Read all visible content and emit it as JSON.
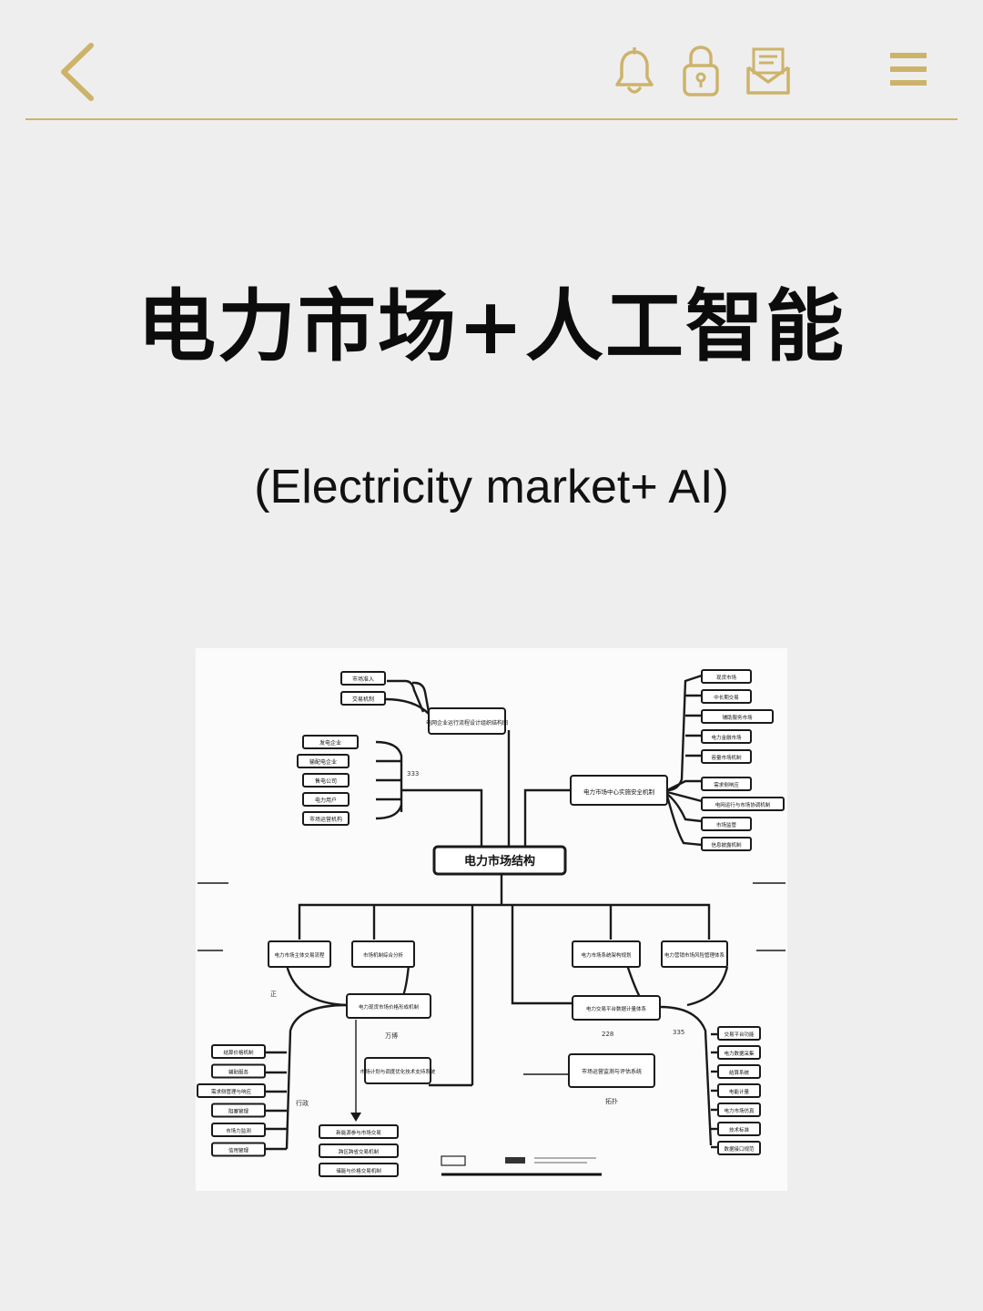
{
  "header": {
    "back_icon": "chevron-left-icon",
    "actions": [
      "bell-icon",
      "lock-icon",
      "mail-icon",
      "menu-icon"
    ],
    "accent_color": "#cdb36a"
  },
  "title": "电力市场+人工智能",
  "subtitle": "(Electricity market+ AI)",
  "diagram": {
    "root": "电力市场结构",
    "branches": {
      "top_left_hub": "电网企业运行流程设计组织结构图",
      "top_left_leaves": [
        "市场准入",
        "交易机制"
      ],
      "left_list": [
        "发电企业",
        "输配电企业",
        "售电公司",
        "电力用户",
        "市场运营机构"
      ],
      "top_right_hub": "电力市场中心实施安全机制",
      "right_list": [
        "现货市场",
        "中长期交易",
        "辅助服务市场",
        "电力金融市场",
        "容量市场机制",
        "需求侧响应",
        "电网运行与市场协调机制",
        "市场监管",
        "信息披露机制"
      ],
      "mid_row": [
        "电力市场主体交易流程",
        "市场机制综合分析",
        "电力市场系统架构规划",
        "电力营销市场风险管理体系"
      ],
      "left_hub": "电力现货市场价格形成机制",
      "left_bottom_list": [
        "结算价格机制",
        "辅助服务",
        "需求侧管理与响应",
        "阻塞管理",
        "市场力监测",
        "信用管理"
      ],
      "center_box": "市场计划与调度优化技术支持系统",
      "right_hub": "电力交易平台数据计量体系",
      "center_right_box": "市场运营监测与评估系统",
      "right_bottom_list": [
        "交易平台功能",
        "电力数据采集",
        "结算系统",
        "电能计量",
        "电力市场仿真",
        "技术标准",
        "数据接口规范"
      ],
      "bottom_list": [
        "新能源参与市场交易",
        "跨区跨省交易机制",
        "储能与价格交易机制"
      ],
      "annotations": [
        "333",
        "万博",
        "228",
        "335",
        "拓扑",
        "正",
        "行政"
      ]
    }
  }
}
